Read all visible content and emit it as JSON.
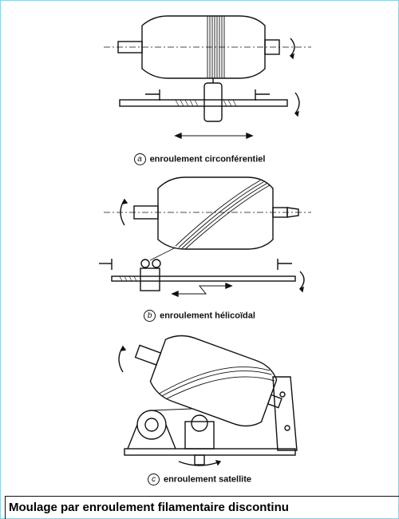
{
  "diagram": {
    "panels": [
      {
        "marker": "a",
        "caption": "enroulement circonférentiel"
      },
      {
        "marker": "b",
        "caption": "enroulement hélicoïdal"
      },
      {
        "marker": "c",
        "caption": "enroulement satellite"
      }
    ]
  },
  "footer": {
    "title": "Moulage par enroulement filamentaire discontinu"
  },
  "colors": {
    "line": "#111111",
    "frame": "#8fd0e0"
  }
}
